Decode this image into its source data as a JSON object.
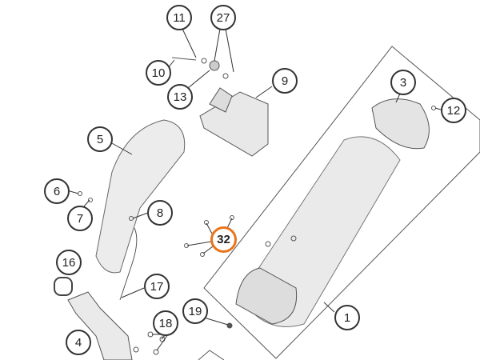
{
  "diagram": {
    "highlight_color": "#e8741c",
    "callouts": [
      {
        "id": "11",
        "label": "11"
      },
      {
        "id": "27",
        "label": "27"
      },
      {
        "id": "10",
        "label": "10"
      },
      {
        "id": "13",
        "label": "13"
      },
      {
        "id": "9",
        "label": "9"
      },
      {
        "id": "3",
        "label": "3"
      },
      {
        "id": "12",
        "label": "12"
      },
      {
        "id": "5",
        "label": "5"
      },
      {
        "id": "6",
        "label": "6"
      },
      {
        "id": "7",
        "label": "7"
      },
      {
        "id": "8",
        "label": "8"
      },
      {
        "id": "32",
        "label": "32",
        "highlighted": true
      },
      {
        "id": "16",
        "label": "16"
      },
      {
        "id": "17",
        "label": "17"
      },
      {
        "id": "1",
        "label": "1"
      },
      {
        "id": "19",
        "label": "19"
      },
      {
        "id": "18",
        "label": "18"
      },
      {
        "id": "4",
        "label": "4"
      }
    ]
  }
}
